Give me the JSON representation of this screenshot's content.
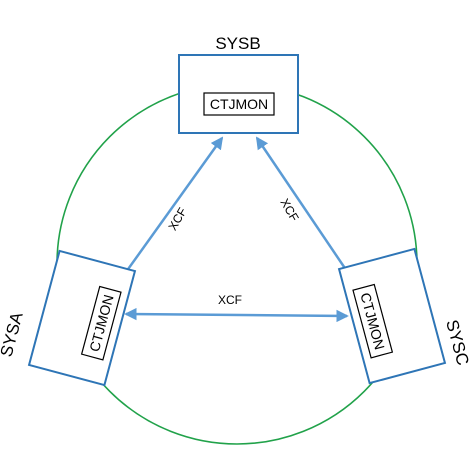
{
  "ring_color": "#21a24a",
  "box_border_color": "#2e75b6",
  "link_color": "#5b9bd5",
  "systems": {
    "sysb": {
      "label": "SYSB",
      "monitor": "CTJMON"
    },
    "sysa": {
      "label": "SYSA",
      "monitor": "CTJMON"
    },
    "sysc": {
      "label": "SYSC",
      "monitor": "CTJMON"
    }
  },
  "links": {
    "a_to_b": "XCF",
    "b_to_c": "XCF",
    "a_to_c": "XCF"
  }
}
